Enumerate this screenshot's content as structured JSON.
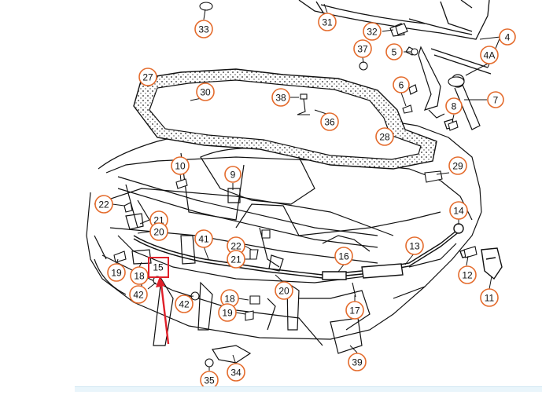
{
  "diagram": {
    "callouts": [
      {
        "id": "c33",
        "label": "33"
      },
      {
        "id": "c31",
        "label": "31"
      },
      {
        "id": "c32",
        "label": "32"
      },
      {
        "id": "c4",
        "label": "4"
      },
      {
        "id": "c37",
        "label": "37"
      },
      {
        "id": "c5",
        "label": "5"
      },
      {
        "id": "c4a",
        "label": "4A"
      },
      {
        "id": "c27",
        "label": "27"
      },
      {
        "id": "c30",
        "label": "30"
      },
      {
        "id": "c6",
        "label": "6"
      },
      {
        "id": "c38",
        "label": "38"
      },
      {
        "id": "c7",
        "label": "7"
      },
      {
        "id": "c8",
        "label": "8"
      },
      {
        "id": "c36",
        "label": "36"
      },
      {
        "id": "c28",
        "label": "28"
      },
      {
        "id": "c10",
        "label": "10"
      },
      {
        "id": "c9",
        "label": "9"
      },
      {
        "id": "c29",
        "label": "29"
      },
      {
        "id": "c22a",
        "label": "22"
      },
      {
        "id": "c21a",
        "label": "21"
      },
      {
        "id": "c20a",
        "label": "20"
      },
      {
        "id": "c14",
        "label": "14"
      },
      {
        "id": "c41",
        "label": "41"
      },
      {
        "id": "c22b",
        "label": "22"
      },
      {
        "id": "c21b",
        "label": "21"
      },
      {
        "id": "c16",
        "label": "16"
      },
      {
        "id": "c13",
        "label": "13"
      },
      {
        "id": "c19a",
        "label": "19"
      },
      {
        "id": "c18a",
        "label": "18"
      },
      {
        "id": "c15",
        "label": "15"
      },
      {
        "id": "c12",
        "label": "12"
      },
      {
        "id": "c42a",
        "label": "42"
      },
      {
        "id": "c42b",
        "label": "42"
      },
      {
        "id": "c20b",
        "label": "20"
      },
      {
        "id": "c18b",
        "label": "18"
      },
      {
        "id": "c11",
        "label": "11"
      },
      {
        "id": "c19b",
        "label": "19"
      },
      {
        "id": "c17",
        "label": "17"
      },
      {
        "id": "c39",
        "label": "39"
      },
      {
        "id": "c34",
        "label": "34"
      },
      {
        "id": "c35",
        "label": "35"
      }
    ],
    "highlight_callout": "c15",
    "colors": {
      "callout_stroke": "#e46b2c",
      "line": "#111111",
      "highlight": "#e0202a",
      "background": "#ffffff"
    }
  }
}
